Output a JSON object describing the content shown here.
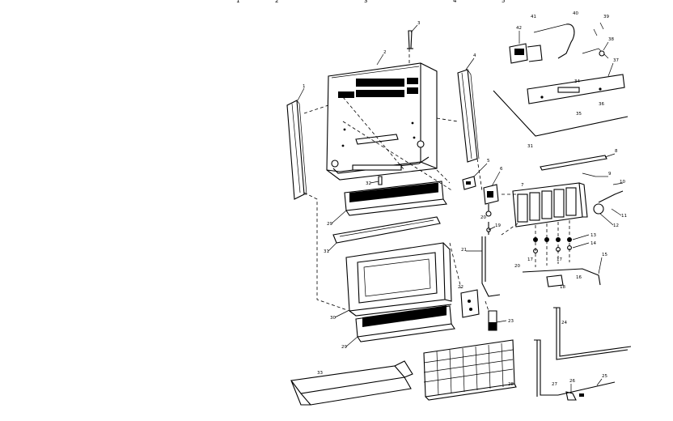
{
  "diagram": {
    "header_fragments": [
      "1",
      "2",
      "3",
      "4",
      "5"
    ],
    "callouts": {
      "c1": "1",
      "c2": "2",
      "c3": "3",
      "c4": "4",
      "c5": "5",
      "c6": "6",
      "c7": "7",
      "c8": "8",
      "c9": "9",
      "c10": "10",
      "c11": "11",
      "c12": "12",
      "c13": "13",
      "c14": "14",
      "c15": "15",
      "c16": "16",
      "c17": "17",
      "c18": "18",
      "c19": "19",
      "c20": "20",
      "c21": "21",
      "c22": "22",
      "c23": "23",
      "c24": "24",
      "c25": "25",
      "c26": "26",
      "c27": "27",
      "c28": "28",
      "c29a": "29",
      "c29b": "29",
      "c30": "30",
      "c31": "31",
      "c32": "32",
      "c33": "33",
      "c34": "34",
      "c35": "35",
      "c36": "36",
      "c37": "37",
      "c38": "38",
      "c39": "39",
      "c40": "40",
      "c41": "41",
      "c42": "42"
    }
  }
}
